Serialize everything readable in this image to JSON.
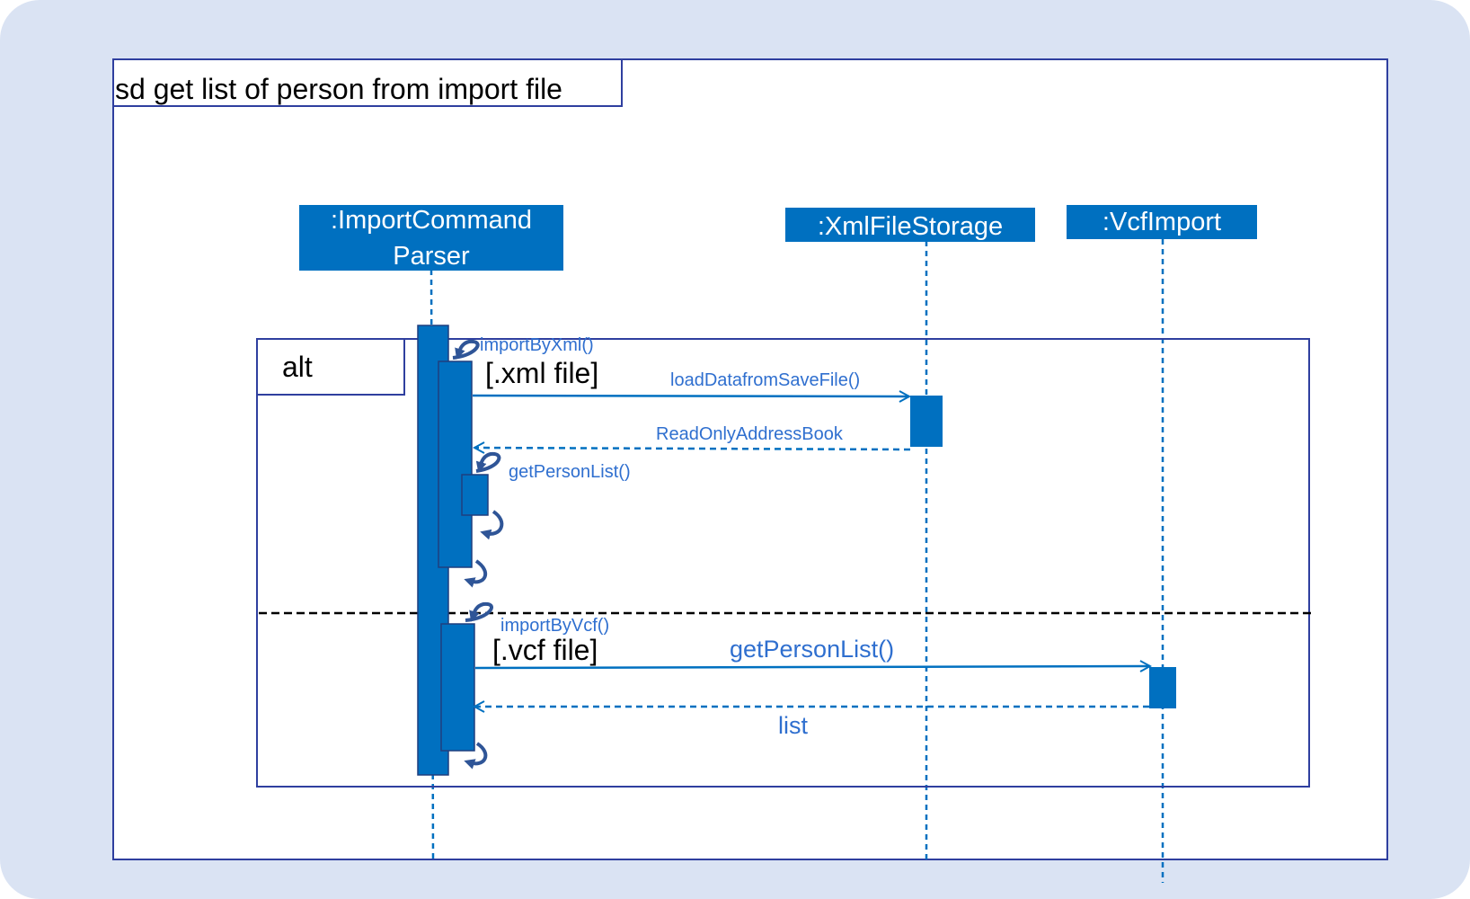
{
  "diagram": {
    "frame_title": "sd get list of person from import file",
    "fragment_operator": "alt",
    "lifelines": [
      {
        "id": "parser",
        "label_line1": ":ImportCommand",
        "label_line2": "Parser"
      },
      {
        "id": "xml",
        "label": ":XmlFileStorage"
      },
      {
        "id": "vcf",
        "label": ":VcfImport"
      }
    ],
    "guards": {
      "xml": "[.xml file]",
      "vcf": "[.vcf file]"
    },
    "messages": {
      "import_by_xml": "importByXml()",
      "load_data": "loadDatafromSaveFile()",
      "read_only_address_book": "ReadOnlyAddressBook",
      "get_person_list_self": "getPersonList()",
      "import_by_vcf": "importByVcf()",
      "get_person_list_vcf": "getPersonList()",
      "list_return": "list"
    },
    "colors": {
      "background": "#dae3f3",
      "accent": "#0070c0",
      "message_text": "#2f6fcf",
      "frame_border": "#2f3f9f",
      "curl_arrow": "#2f5597"
    }
  }
}
